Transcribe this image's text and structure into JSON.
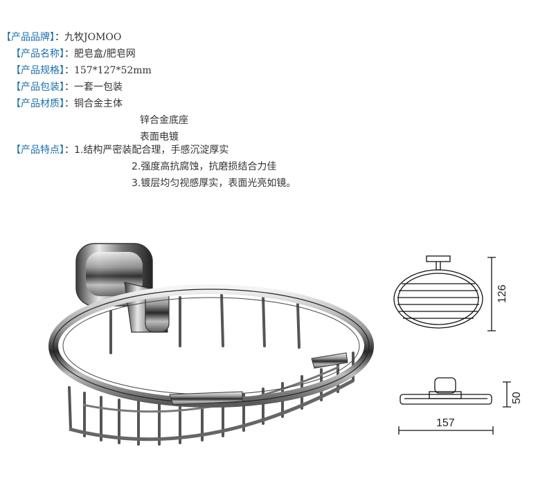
{
  "specs": {
    "brand": {
      "label": "【产品品牌】",
      "sep": "：",
      "value": "九牧JOMOO"
    },
    "name": {
      "label": "【产品名称】",
      "sep": "：",
      "value": "肥皂盒/肥皂网"
    },
    "size": {
      "label": "【产品规格】",
      "sep": "：",
      "value": "157*127*52mm"
    },
    "package": {
      "label": "【产品包装】",
      "sep": "：",
      "value": "一套一包装"
    },
    "material": {
      "label": "【产品材质】",
      "sep": "：",
      "value": "铜合金主体",
      "extra": [
        "锌合金底座",
        "表面电镀"
      ]
    },
    "features": {
      "label": "【产品特点】",
      "sep": "：",
      "items": [
        "1.结构严密装配合理，手感沉淀厚实",
        "2.强度高抗腐蚀，抗磨损结合力佳",
        "3.镀层均匀视感厚实，表面光亮如镜。"
      ]
    }
  },
  "drawing": {
    "height_label": "126",
    "depth_label": "50",
    "width_label": "157"
  }
}
